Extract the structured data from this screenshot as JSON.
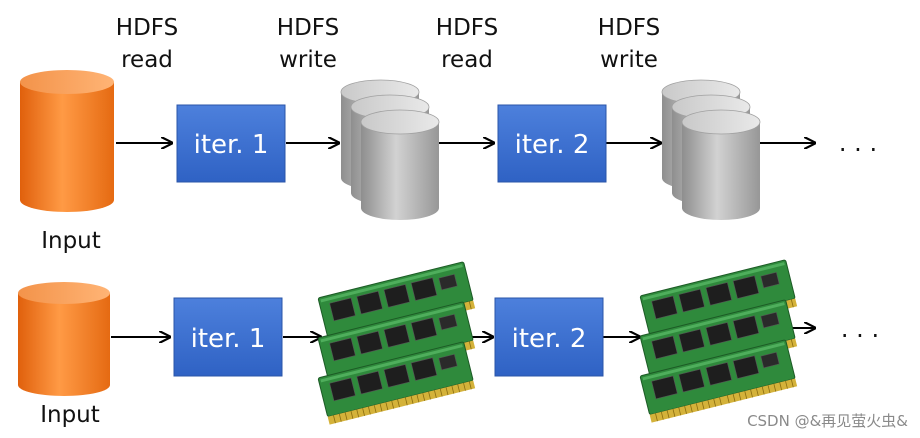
{
  "top_row": {
    "input_label": "Input",
    "steps": [
      {
        "line1": "HDFS",
        "line2": "read"
      },
      {
        "line1": "HDFS",
        "line2": "write"
      },
      {
        "line1": "HDFS",
        "line2": "read"
      },
      {
        "line1": "HDFS",
        "line2": "write"
      }
    ],
    "iter1": "iter. 1",
    "iter2": "iter. 2",
    "ellipsis": ". . ."
  },
  "bottom_row": {
    "input_label": "Input",
    "iter1": "iter. 1",
    "iter2": "iter. 2",
    "ellipsis": ". . ."
  },
  "watermark": "CSDN @&再见萤火虫&",
  "colors": {
    "input_orange": "#f07a1e",
    "iter_blue": "#3a6fd0",
    "disk_gray": "#a8a8a8",
    "ram_pcb": "#2f8a3c"
  }
}
